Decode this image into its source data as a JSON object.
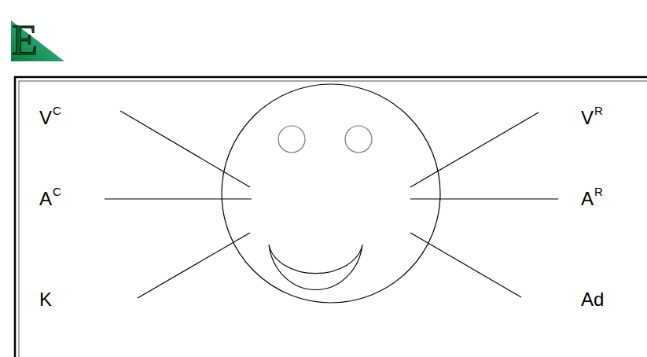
{
  "diagram": {
    "labels": [
      "E",
      "V",
      "C",
      "V",
      "R",
      "A",
      "C",
      "A",
      "R",
      "K",
      "Ad"
    ]
  }
}
